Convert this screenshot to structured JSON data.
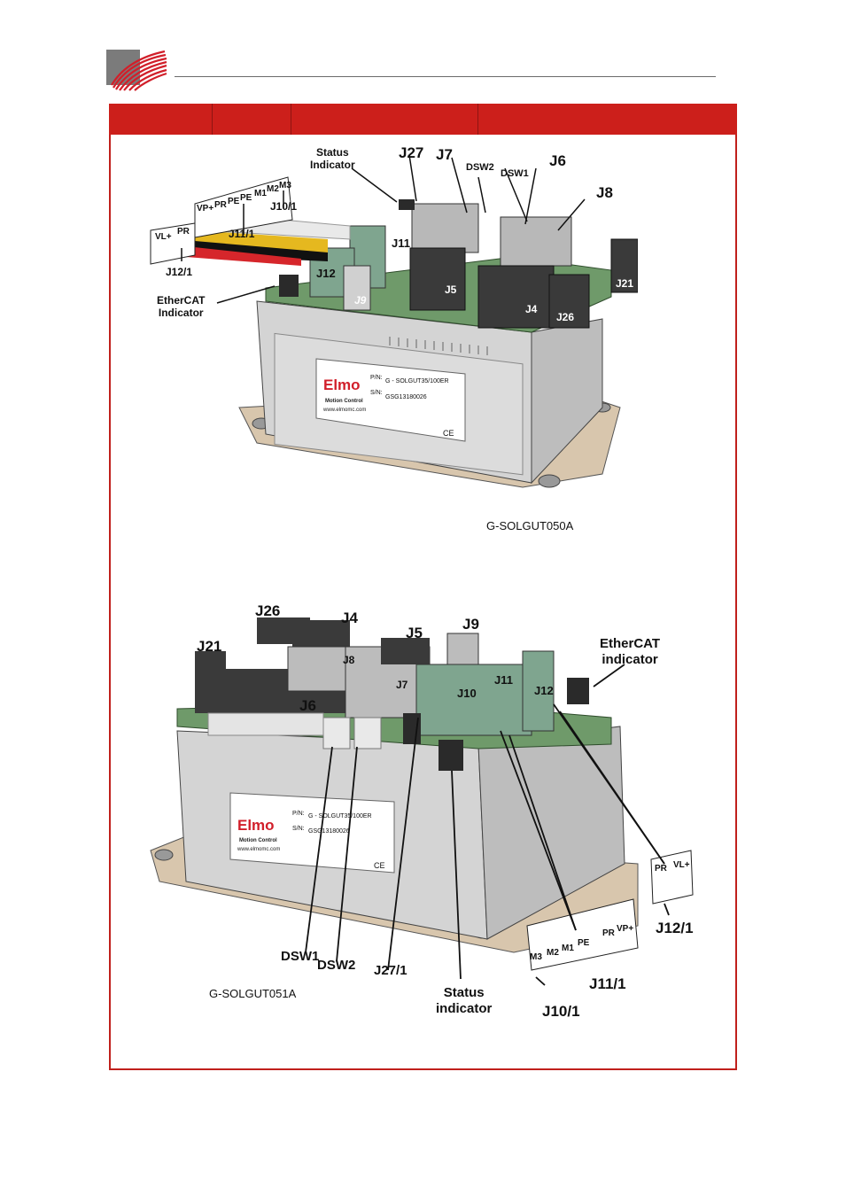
{
  "header": {
    "columns": [
      "",
      "",
      "",
      ""
    ]
  },
  "figure1": {
    "caption": "G-SOLGUT050A",
    "labels": {
      "status": "Status\nIndicator",
      "j27": "J27",
      "j7": "J7",
      "dsw2": "DSW2",
      "dsw1": "DSW1",
      "j6": "J6",
      "j8": "J8",
      "j10_1": "J10/1",
      "j11_1": "J11/1",
      "j12_1": "J12/1",
      "ethercat": "EtherCAT\nIndicator",
      "j11": "J11",
      "j12": "J12",
      "j9": "J9",
      "j5": "J5",
      "j4": "J4",
      "j26": "J26",
      "j21": "J21"
    },
    "pins": [
      "VL+",
      "PR",
      "VP+",
      "PR",
      "PE",
      "PE",
      "M1",
      "M2",
      "M3"
    ],
    "sticker": {
      "pn_label": "P/N:",
      "pn": "G - SOLGUT35/100ER",
      "sn_label": "S/N:",
      "sn": "GSG13180026",
      "brand": "Elmo",
      "brand_sub": "Motion Control",
      "web": "www.elmomc.com",
      "ce": "CE"
    }
  },
  "figure2": {
    "caption": "G-SOLGUT051A",
    "labels": {
      "j26": "J26",
      "j4": "J4",
      "j5": "J5",
      "j9": "J9",
      "j21": "J21",
      "j8": "J8",
      "j7": "J7",
      "j6": "J6",
      "j10": "J10",
      "j11": "J11",
      "j12": "J12",
      "ethercat": "EtherCAT\nindicator",
      "dsw1": "DSW1",
      "dsw2": "DSW2",
      "j27_1": "J27/1",
      "status": "Status\nindicator",
      "j10_1": "J10/1",
      "j11_1": "J11/1",
      "j12_1": "J12/1"
    },
    "pins_a": [
      "M3",
      "M2",
      "M1",
      "PE",
      "PR",
      "VP+"
    ],
    "pins_b": [
      "PR",
      "VL+"
    ],
    "sticker": {
      "pn_label": "P/N:",
      "pn": "G - SOLGUT35/100ER",
      "sn_label": "S/N:",
      "sn": "GSG13180026",
      "brand": "Elmo",
      "brand_sub": "Motion Control",
      "web": "www.elmomc.com",
      "ce": "CE"
    }
  }
}
